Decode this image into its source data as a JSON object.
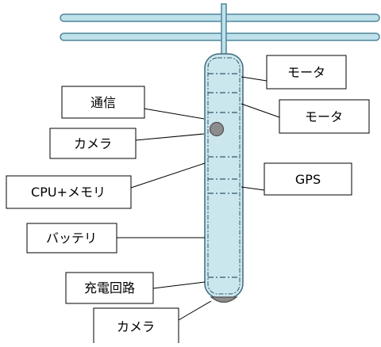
{
  "labels": {
    "motor_top": "モータ",
    "motor_mid": "モータ",
    "gps": "GPS",
    "comm": "通信",
    "camera_top": "カメラ",
    "cpu_memory": "CPU+メモリ",
    "battery": "バッテリ",
    "charge_circuit": "充電回路",
    "camera_bottom": "カメラ"
  }
}
